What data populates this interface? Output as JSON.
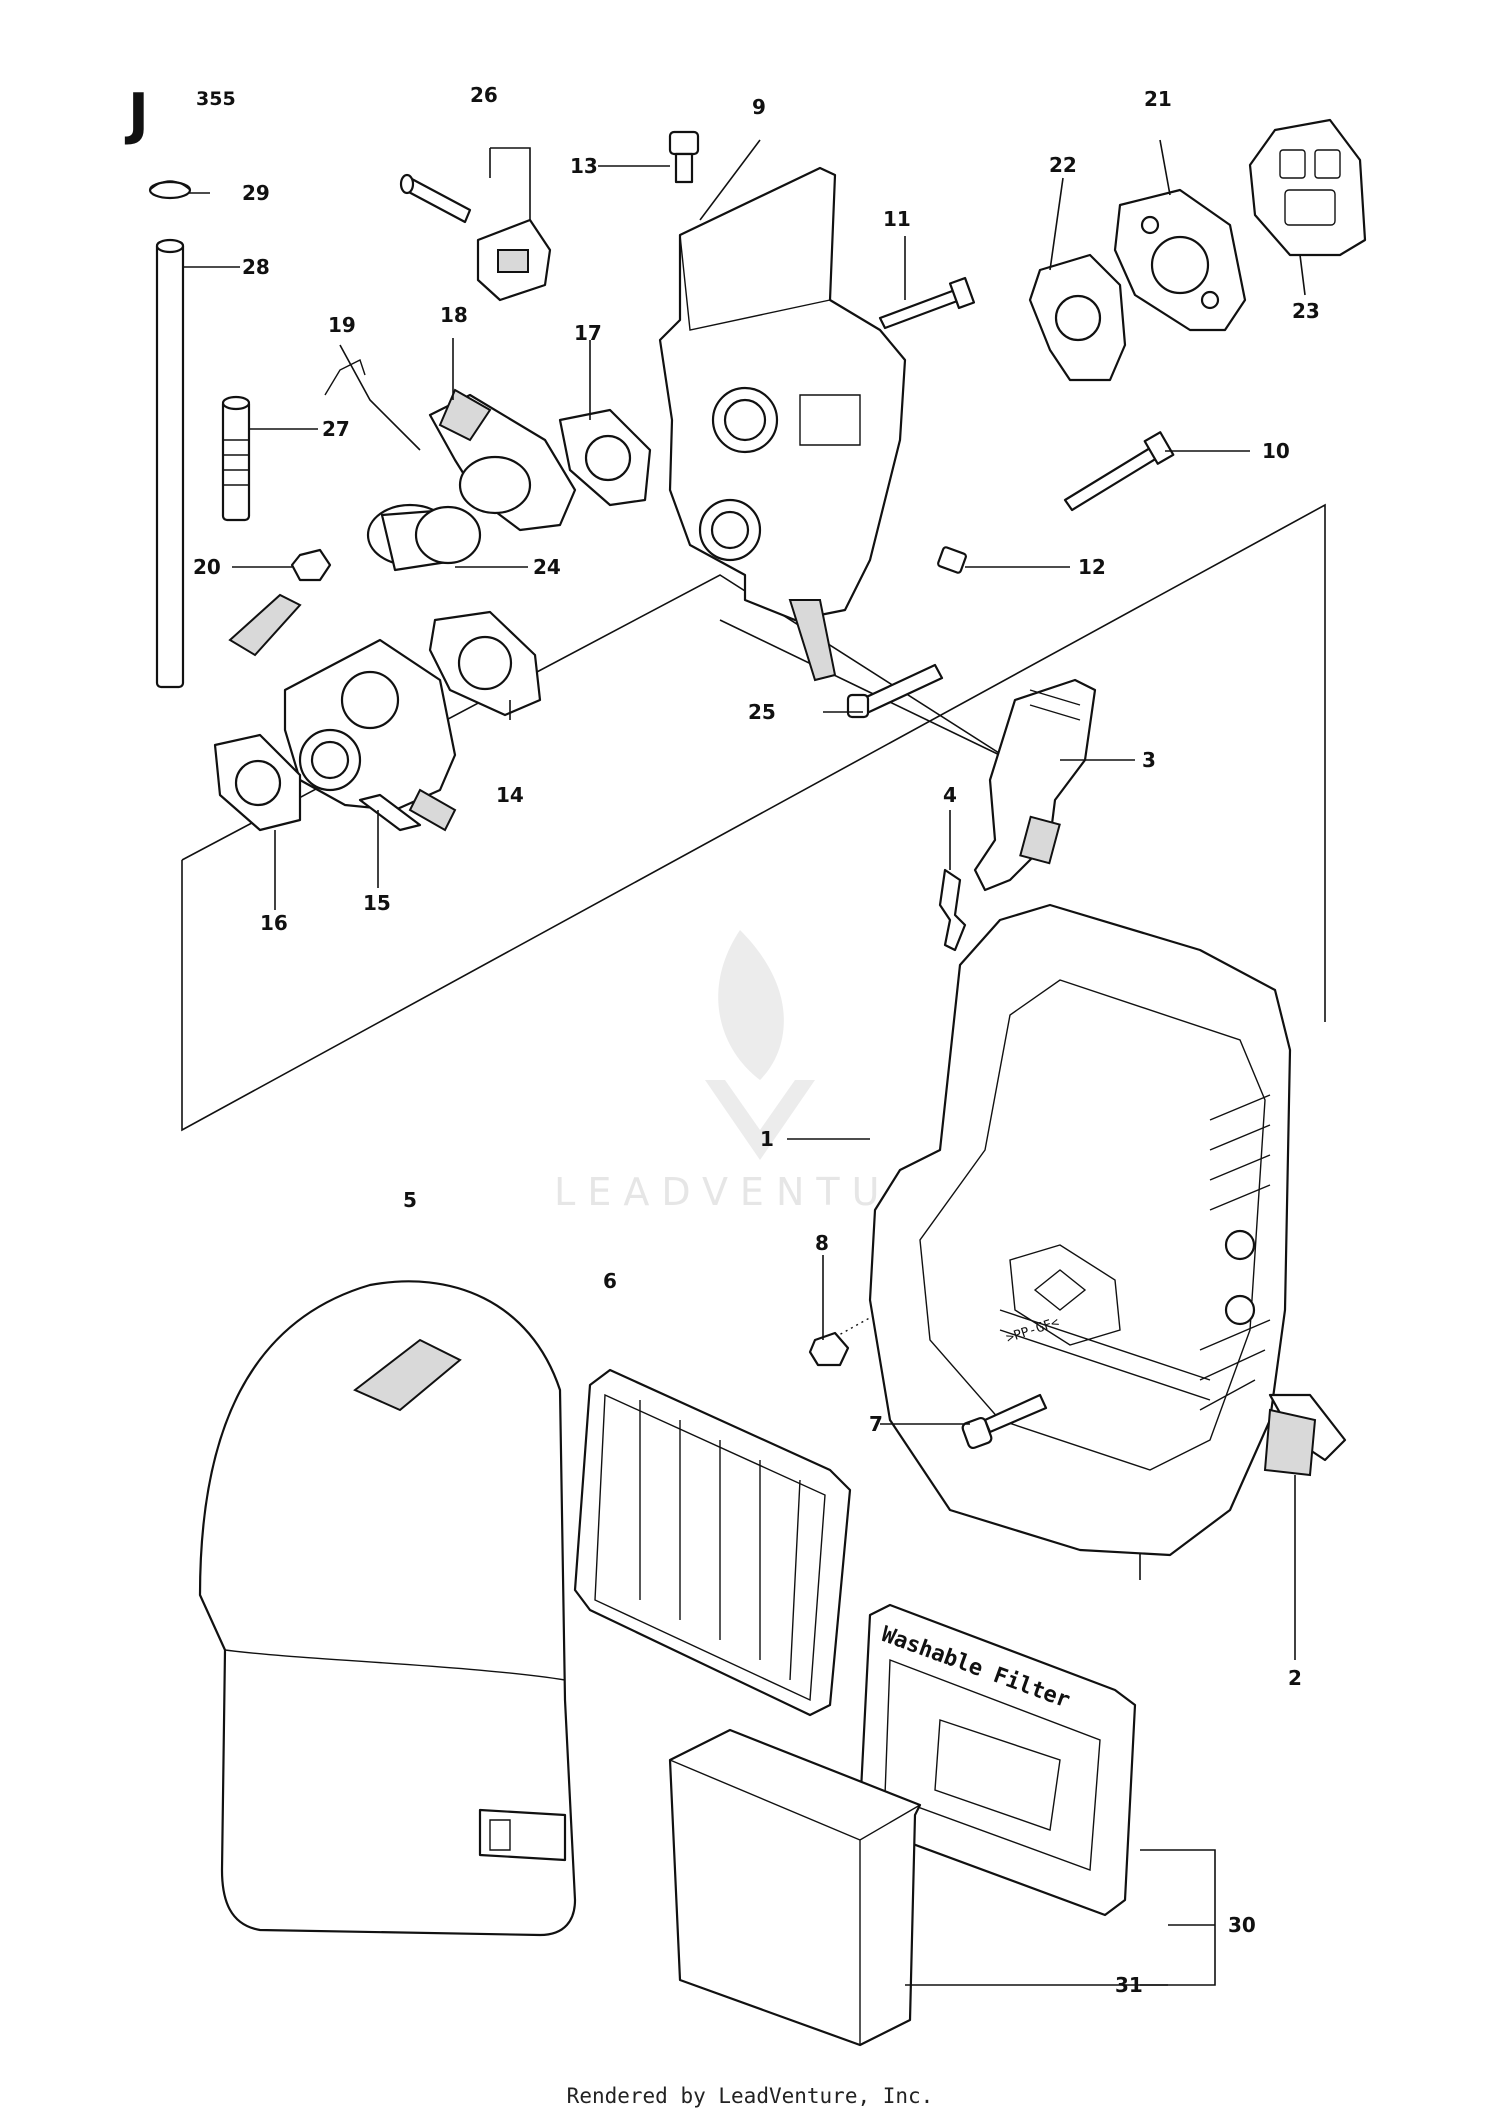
{
  "page": {
    "letter": "J",
    "number": "355"
  },
  "footer": "Rendered by LeadVenture, Inc.",
  "watermark": "LEADVENTURE",
  "embossed_text": {
    "filter": "Washable Filter",
    "material": ">PP-GF<"
  },
  "callouts": [
    "1",
    "2",
    "3",
    "4",
    "5",
    "6",
    "7",
    "8",
    "9",
    "10",
    "11",
    "12",
    "13",
    "14",
    "15",
    "16",
    "17",
    "18",
    "19",
    "20",
    "21",
    "22",
    "23",
    "24",
    "25",
    "26",
    "27",
    "28",
    "29",
    "30",
    "31"
  ]
}
